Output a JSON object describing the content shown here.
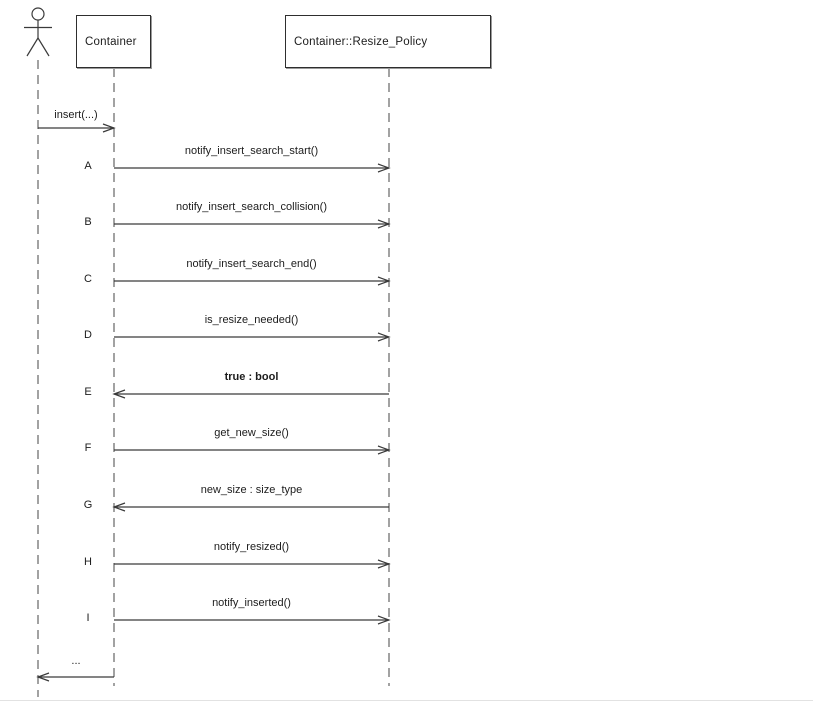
{
  "participants": [
    {
      "label": "Container"
    },
    {
      "label": "Container::Resize_Policy"
    }
  ],
  "messages": [
    {
      "id": "",
      "label": "insert(...)",
      "from": "actor",
      "to": "Container",
      "direction": "right"
    },
    {
      "id": "A",
      "label": "notify_insert_search_start()",
      "from": "Container",
      "to": "Container::Resize_Policy",
      "direction": "right"
    },
    {
      "id": "B",
      "label": "notify_insert_search_collision()",
      "from": "Container",
      "to": "Container::Resize_Policy",
      "direction": "right"
    },
    {
      "id": "C",
      "label": "notify_insert_search_end()",
      "from": "Container",
      "to": "Container::Resize_Policy",
      "direction": "right"
    },
    {
      "id": "D",
      "label": "is_resize_needed()",
      "from": "Container",
      "to": "Container::Resize_Policy",
      "direction": "right"
    },
    {
      "id": "E",
      "label": "true : bool",
      "from": "Container::Resize_Policy",
      "to": "Container",
      "direction": "left",
      "emphasis": "bold"
    },
    {
      "id": "F",
      "label": "get_new_size()",
      "from": "Container",
      "to": "Container::Resize_Policy",
      "direction": "right"
    },
    {
      "id": "G",
      "label": "new_size : size_type",
      "from": "Container::Resize_Policy",
      "to": "Container",
      "direction": "left"
    },
    {
      "id": "H",
      "label": "notify_resized()",
      "from": "Container",
      "to": "Container::Resize_Policy",
      "direction": "right"
    },
    {
      "id": "I",
      "label": "notify_inserted()",
      "from": "Container",
      "to": "Container::Resize_Policy",
      "direction": "right"
    },
    {
      "id": "",
      "label": "...",
      "from": "Container",
      "to": "actor",
      "direction": "left"
    }
  ]
}
